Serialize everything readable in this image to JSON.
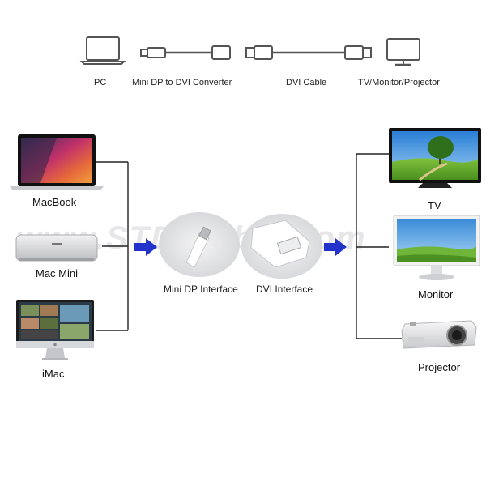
{
  "colors": {
    "line": "#222222",
    "arrow": "#2233cc",
    "device_silver": "#d9dadc",
    "screen_dark": "#1c1c1c"
  },
  "top_row": {
    "pc": "PC",
    "converter": "Mini DP to DVI Converter",
    "cable": "DVI Cable",
    "display": "TV/Monitor/Projector"
  },
  "sources": {
    "macbook": "MacBook",
    "mac_mini": "Mac Mini",
    "imac": "iMac"
  },
  "middle": {
    "mini_dp": "Mini DP Interface",
    "dvi": "DVI Interface"
  },
  "outputs": {
    "tv": "TV",
    "monitor": "Monitor",
    "projector": "Projector"
  },
  "watermark": "www.STD-Cable.com"
}
